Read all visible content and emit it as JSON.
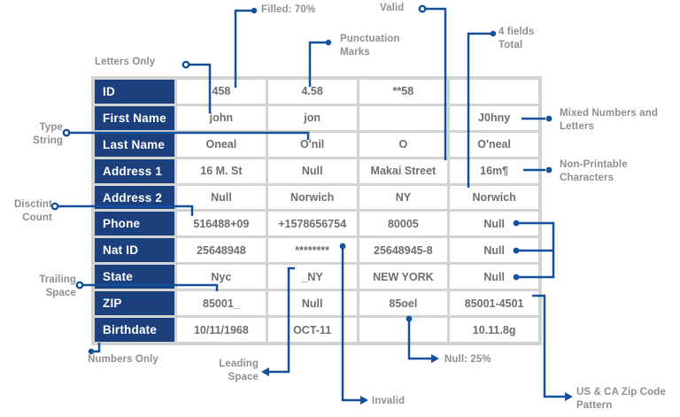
{
  "diagram_title": "data profiling annotated table",
  "colors": {
    "header_navy": "#1c3f7d",
    "connector_blue": "#15509c",
    "cell_text_gray": "#6d6e71",
    "label_gray": "#8d8f92",
    "grid_gray": "#d2d3d5",
    "background": "#ffffff"
  },
  "table": {
    "rows": [
      {
        "header": "ID",
        "cells": [
          "458",
          "4.58",
          "**58",
          ""
        ]
      },
      {
        "header": "First Name",
        "cells": [
          "john",
          "jon",
          "",
          "J0hny"
        ]
      },
      {
        "header": "Last Name",
        "cells": [
          "Oneal",
          "O'nil",
          "O",
          "O'neal"
        ]
      },
      {
        "header": "Address 1",
        "cells": [
          "16 M. St",
          "Null",
          "Makai Street",
          "16m¶"
        ]
      },
      {
        "header": "Address 2",
        "cells": [
          "Null",
          "Norwich",
          "NY",
          "Norwich"
        ]
      },
      {
        "header": "Phone",
        "cells": [
          "516488+09",
          "+1578656754",
          "80005",
          "Null"
        ]
      },
      {
        "header": "Nat ID",
        "cells": [
          "25648948",
          "********",
          "25648945-8",
          "Null"
        ]
      },
      {
        "header": "State",
        "cells": [
          "Nyc",
          "_NY",
          "NEW YORK",
          "Null"
        ]
      },
      {
        "header": "ZIP",
        "cells": [
          "85001_",
          "Null",
          "85oel",
          "85001-4501"
        ]
      },
      {
        "header": "Birthdate",
        "cells": [
          "10/11/1968",
          "OCT-11",
          "",
          "10.11.8g"
        ]
      }
    ]
  },
  "annotations": {
    "letters_only": "Letters Only",
    "filled": "Filled: 70%",
    "valid": "Valid",
    "punctuation": "Punctuation Marks",
    "four_fields": "4 fields Total",
    "mixed": "Mixed Numbers and Letters",
    "non_printable": "Non-Printable Characters",
    "type_string": "Type String",
    "distinct": "Disctint Count",
    "trailing": "Trailing Space",
    "numbers_only": "Numbers Only",
    "leading": "Leading Space",
    "invalid": "Invalid",
    "null_pct": "Null: 25%",
    "zip_pattern": "US & CA Zip Code Pattern"
  }
}
